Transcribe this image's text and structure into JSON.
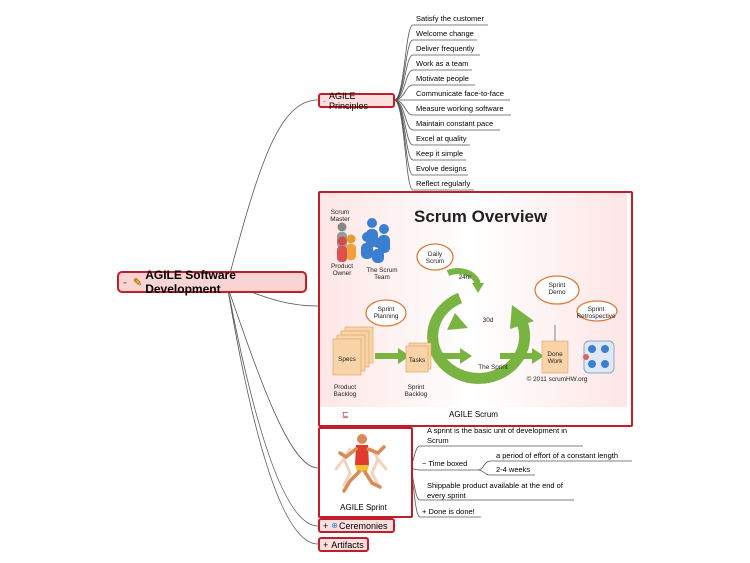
{
  "central": {
    "label": "AGILE Software Development",
    "collapse": "-"
  },
  "principles": {
    "label": "AGILE Principles",
    "collapse": "-",
    "items": [
      "Satisfy the customer",
      "Welcome change",
      "Deliver frequently",
      "Work as a team",
      "Motivate people",
      "Communicate face-to-face",
      "Measure working software",
      "Maintain constant pace",
      "Excel at quality",
      "Keep it simple",
      "Evolve designs",
      "Reflect regularly"
    ]
  },
  "scrum": {
    "caption": "AGILE Scrum",
    "expand": "+",
    "image": {
      "title": "Scrum Overview",
      "scrum_master": "Scrum Master",
      "product_owner": "Product Owner",
      "the_scrum_team": "The Scrum Team",
      "daily_scrum": "Daily Scrum",
      "hours": "24hr",
      "days": "30d",
      "sprint_planning": "Sprint Planning",
      "specs": "Specs",
      "tasks": "Tasks",
      "product_backlog": "Product Backlog",
      "sprint_backlog": "Sprint Backlog",
      "the_sprint": "The Sprint",
      "sprint_demo": "Sprint Demo",
      "sprint_retro": "Sprint Retrospective",
      "done_work": "Done Work",
      "copyright": "© 2011 scrumHW.org"
    }
  },
  "sprint": {
    "caption": "AGILE Sprint",
    "collapse": "-",
    "basic_unit": "A sprint is the basic unit of development in Scrum",
    "time_boxed": {
      "label": "Time boxed",
      "collapse": "−",
      "items": [
        "a period of effort of a constant length",
        "2-4 weeks"
      ]
    },
    "shippable": "Shippable product available at the end of every sprint",
    "done": {
      "label": "Done is done!",
      "expand": "+"
    }
  },
  "ceremonies": {
    "label": "Ceremonies",
    "expand": "+"
  },
  "artifacts": {
    "label": "Artifacts",
    "expand": "+"
  }
}
